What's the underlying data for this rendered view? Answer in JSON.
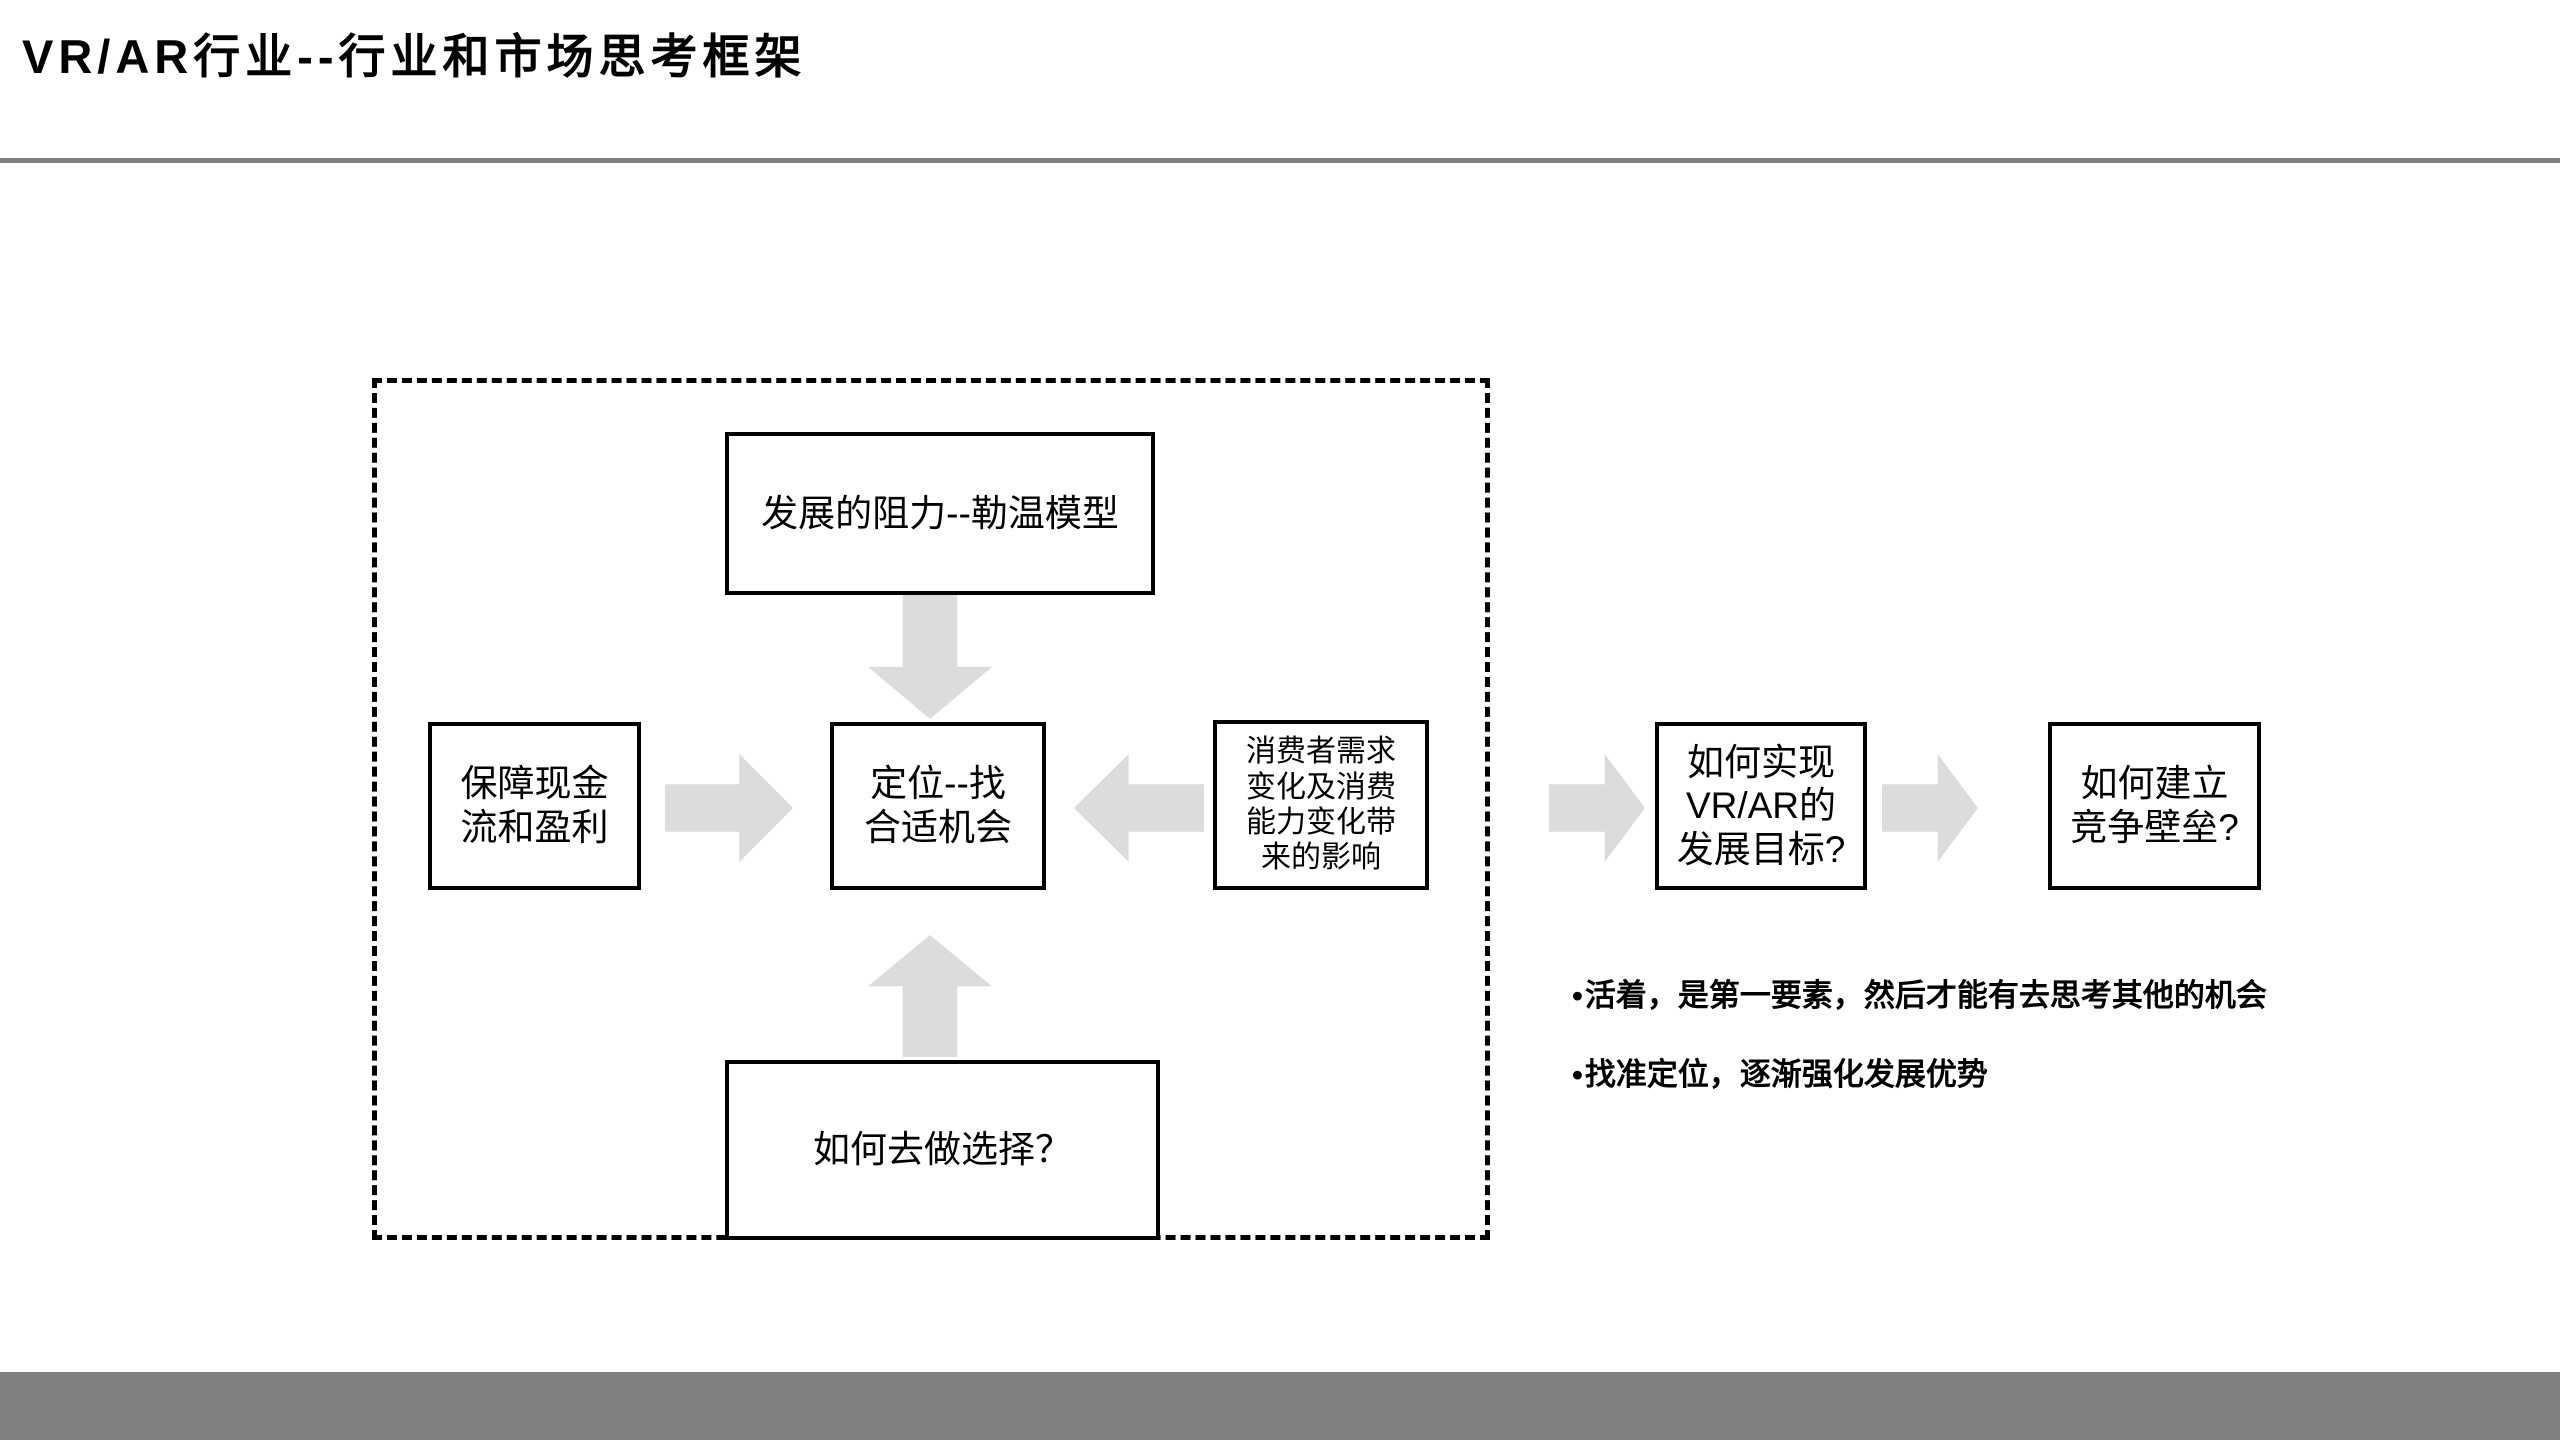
{
  "slide": {
    "title": "VR/AR行业--行业和市场思考框架",
    "header_rule_color": "#808080",
    "footer_band_color": "#808080",
    "background_color": "#ffffff"
  },
  "diagram": {
    "frame_style": "dashed",
    "frame_color": "#000000",
    "arrow_color": "#dcdcdc",
    "node_border_color": "#000000",
    "nodes": [
      {
        "id": "barrier",
        "label": "发展的阻力--勒温模型"
      },
      {
        "id": "cashflow",
        "label": "保障现金\n流和盈利"
      },
      {
        "id": "position",
        "label": "定位--找\n合适机会"
      },
      {
        "id": "consumer",
        "label": "消费者需求\n变化及消费\n能力变化带\n来的影响"
      },
      {
        "id": "choice",
        "label": "如何去做选择？"
      },
      {
        "id": "goal",
        "label": "如何实现\nVR/AR的\n发展目标?"
      },
      {
        "id": "moat",
        "label": "如何建立\n竞争壁垒?"
      }
    ],
    "arrows": [
      {
        "id": "barrier-to-position",
        "direction": "down",
        "icon": "arrow-down-icon"
      },
      {
        "id": "cash-to-position",
        "direction": "right",
        "icon": "arrow-right-icon"
      },
      {
        "id": "consumer-to-position",
        "direction": "left",
        "icon": "arrow-left-icon"
      },
      {
        "id": "choice-to-position",
        "direction": "up",
        "icon": "arrow-up-icon"
      },
      {
        "id": "frame-to-goal",
        "direction": "right",
        "icon": "arrow-right-icon"
      },
      {
        "id": "goal-to-moat",
        "direction": "right",
        "icon": "arrow-right-icon"
      }
    ]
  },
  "notes": {
    "bullet_marker": "•",
    "items": [
      "活着，是第一要素，然后才能有去思考其他的机会",
      "找准定位，逐渐强化发展优势"
    ]
  }
}
